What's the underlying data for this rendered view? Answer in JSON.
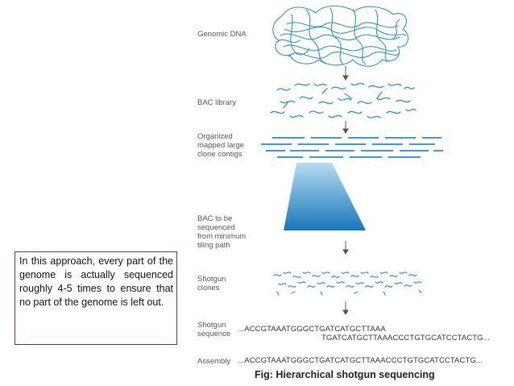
{
  "stages": {
    "genomic_dna": "Genomic DNA",
    "bac_library": "BAC library",
    "organized": "Organized\nmapped large\nclone contigs",
    "bac_to_be": "BAC to be\nsequenced\nfrom minimum\ntiling path",
    "shotgun_clones": "Shotgun\nclones",
    "shotgun_sequence": "Shotgun\nsequence",
    "assembly": "Assembly"
  },
  "sequences": {
    "shotgun_line1": "...ACCGTAAATGGGCTGATCATGCTTAAA",
    "shotgun_line2": "TGATCATGCTTAAACCCTGTGCATCCTACTG...",
    "assembly_line": "...ACCGTAAATGGGCTGATCATGCTTAAACCCTGTGCATCCTACTG..."
  },
  "note": "In this approach, every part of the genome is actually sequenced roughly 4-5 times to ensure that no part of the genome is left out.",
  "caption": "Fig: Hierarchical shotgun sequencing",
  "colors": {
    "dna": "#1f8fcf",
    "accent_blue": "#3a9bd5",
    "trapezoid_top": "#a7d4ef",
    "trapezoid_bottom": "#1b7fbf",
    "arrow": "#555555",
    "note_border": "#7a2a6e"
  }
}
